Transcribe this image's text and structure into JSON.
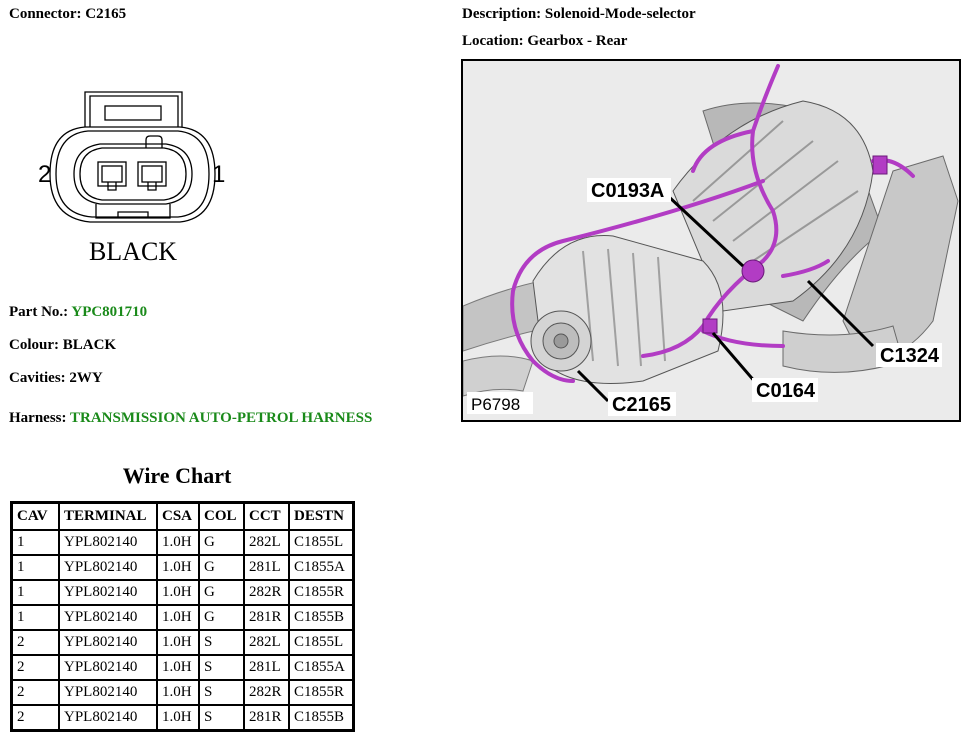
{
  "connector": {
    "label": "Connector:",
    "value": "C2165"
  },
  "description": {
    "label": "Description:",
    "value": "Solenoid-Mode-selector"
  },
  "location": {
    "label": "Location:",
    "value": "Gearbox - Rear"
  },
  "drawing": {
    "pin_left": "2",
    "pin_right": "1",
    "colour_caption": "BLACK"
  },
  "part_no": {
    "label": "Part No.:",
    "value": "YPC801710"
  },
  "colour": {
    "label": "Colour:",
    "value": "BLACK"
  },
  "cavities": {
    "label": "Cavities:",
    "value": "2WY"
  },
  "harness": {
    "label": "Harness:",
    "value": "TRANSMISSION AUTO-PETROL HARNESS"
  },
  "photo": {
    "ref": "P6798",
    "callouts": [
      "C0193A",
      "C1324",
      "C0164",
      "C2165"
    ]
  },
  "wire_chart": {
    "title": "Wire Chart",
    "headers": [
      "CAV",
      "TERMINAL",
      "CSA",
      "COL",
      "CCT",
      "DESTN"
    ],
    "rows": [
      [
        "1",
        "YPL802140",
        "1.0H",
        "G",
        "282L",
        "C1855L"
      ],
      [
        "1",
        "YPL802140",
        "1.0H",
        "G",
        "281L",
        "C1855A"
      ],
      [
        "1",
        "YPL802140",
        "1.0H",
        "G",
        "282R",
        "C1855R"
      ],
      [
        "1",
        "YPL802140",
        "1.0H",
        "G",
        "281R",
        "C1855B"
      ],
      [
        "2",
        "YPL802140",
        "1.0H",
        "S",
        "282L",
        "C1855L"
      ],
      [
        "2",
        "YPL802140",
        "1.0H",
        "S",
        "281L",
        "C1855A"
      ],
      [
        "2",
        "YPL802140",
        "1.0H",
        "S",
        "282R",
        "C1855R"
      ],
      [
        "2",
        "YPL802140",
        "1.0H",
        "S",
        "281R",
        "C1855B"
      ]
    ]
  },
  "colors": {
    "link_green": "#1a8a1a",
    "harness_purple": "#b23cc4"
  }
}
